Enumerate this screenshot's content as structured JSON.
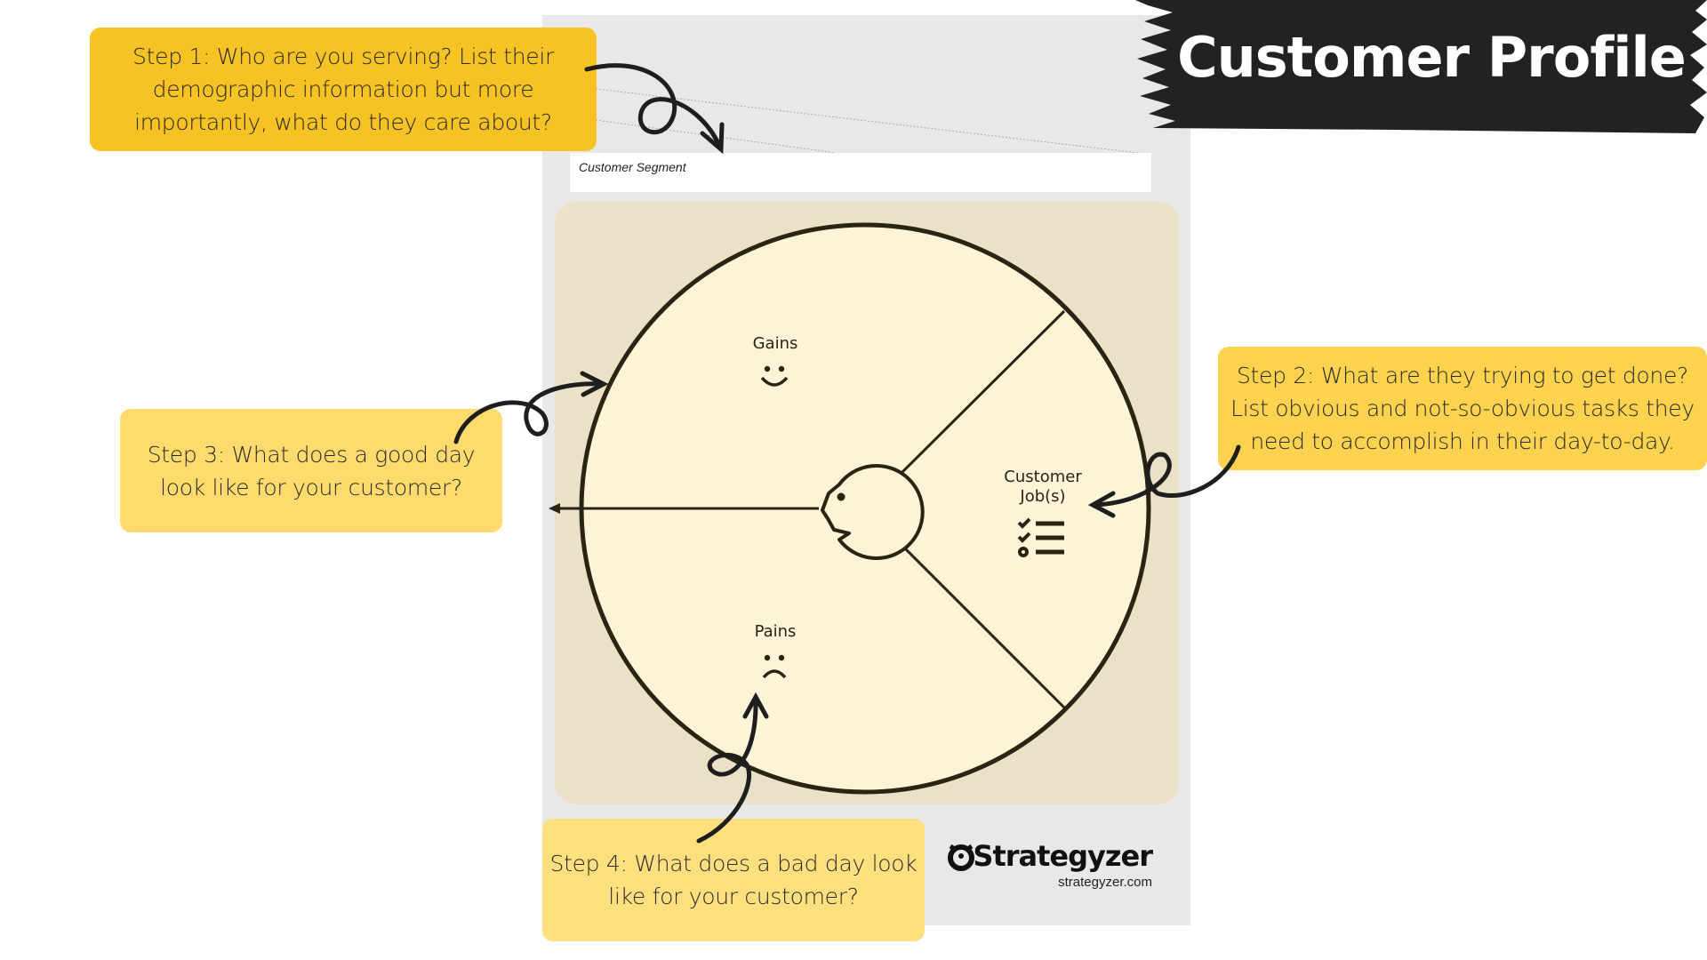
{
  "title": "Customer Profile",
  "canvas": {
    "segment_label": "Customer Segment",
    "gains_label": "Gains",
    "jobs_label_line1": "Customer",
    "jobs_label_line2": "Job(s)",
    "pains_label": "Pains",
    "icons": [
      "smiley-icon",
      "frown-icon",
      "checklist-icon",
      "customer-face-icon"
    ]
  },
  "steps": [
    {
      "lines": [
        "Step 1: Who are you serving? List their",
        "demographic information but more",
        "importantly, what do they care about?"
      ],
      "color": "#f6c224"
    },
    {
      "lines": [
        "Step 2: What are they trying to get done?",
        "List obvious and not-so-obvious tasks they",
        "need to accomplish in their day-to-day."
      ],
      "color": "#fcd24e"
    },
    {
      "lines": [
        "Step 3: What does a good day",
        "look like for your customer?"
      ],
      "color": "#ffdb6e"
    },
    {
      "lines": [
        "Step 4: What does a bad day look",
        "like for your customer?"
      ],
      "color": "#ffdf7e"
    }
  ],
  "brand": {
    "name": "Strategyzer",
    "url": "strategyzer.com"
  },
  "colors": {
    "panel": "#e8e8e8",
    "canvas_bg": "#eae1c6",
    "circle_fill": "#fdf4d8",
    "ink": "#2a2414",
    "banner": "#222222"
  }
}
